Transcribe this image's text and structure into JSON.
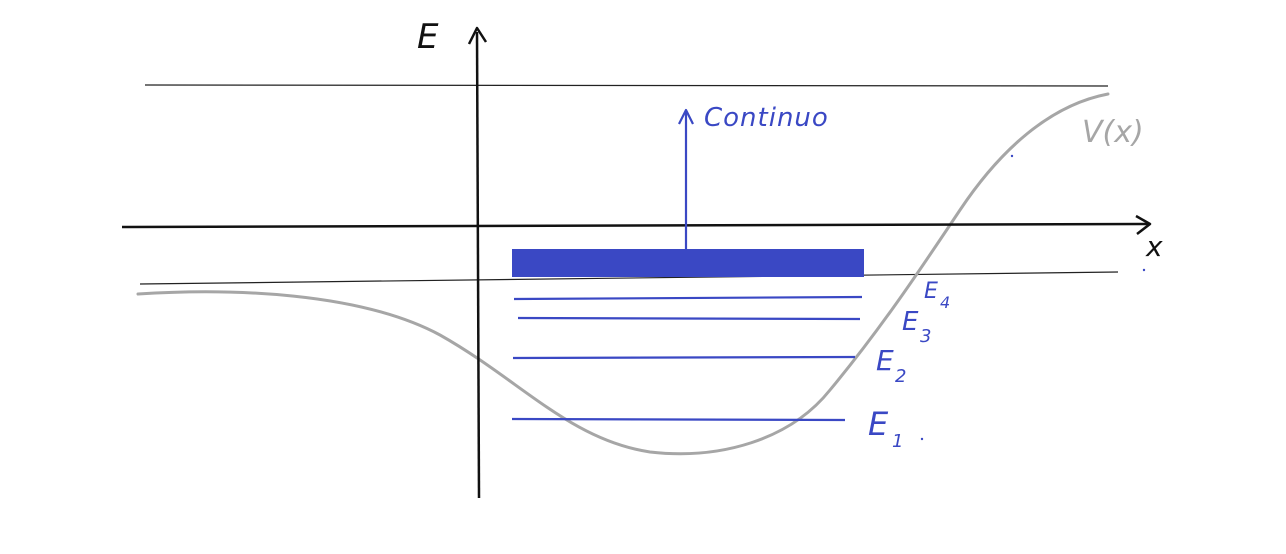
{
  "axes": {
    "y_label": "E",
    "x_label": "x"
  },
  "curve": {
    "label": "V(x)",
    "color": "#a6a6a6"
  },
  "continuum": {
    "label": "Continuo",
    "color": "#3a48c4"
  },
  "levels": [
    {
      "base": "E",
      "sub": "4"
    },
    {
      "base": "E",
      "sub": "3"
    },
    {
      "base": "E",
      "sub": "2"
    },
    {
      "base": "E",
      "sub": "1"
    }
  ],
  "colors": {
    "levels": "#3a48c4",
    "axes": "#111111",
    "reference_lines": "#222222",
    "potential": "#a6a6a6"
  }
}
